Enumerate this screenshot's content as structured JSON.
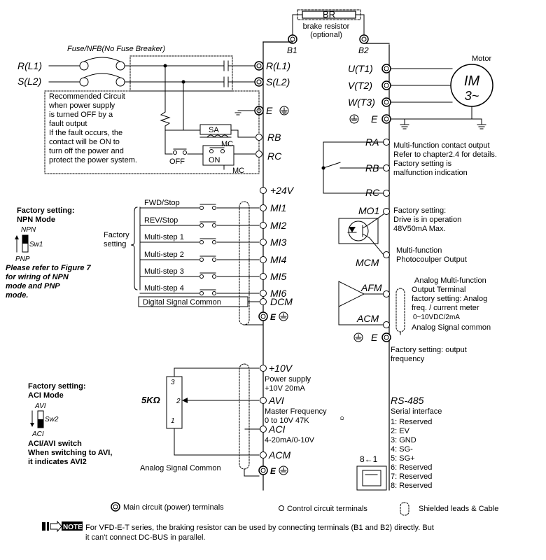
{
  "brake": {
    "br": "BR",
    "label1": "brake resistor",
    "label2": "(optional)",
    "b1": "B1",
    "b2": "B2"
  },
  "power_input": {
    "fuse": "Fuse/NFB(No Fuse Breaker)",
    "r_in": "R(L1)",
    "s_in": "S(L2)",
    "r_term": "R(L1)",
    "s_term": "S(L2)",
    "e_term": "E",
    "rb": "RB",
    "rc": "RC"
  },
  "recommended_circuit": {
    "lines": [
      "Recommended Circuit",
      " when power supply",
      "is turned OFF by a",
      "fault output",
      "If the fault occurs, the",
      "contact will be ON to",
      "turn off the power and",
      "protect the power system."
    ],
    "sa": "SA",
    "mc1": "MC",
    "mc2": "MC",
    "on": "ON",
    "off": "OFF"
  },
  "motor": {
    "label": "Motor",
    "im": "IM",
    "phase": "3~",
    "u": "U(T1)",
    "v": "V(T2)",
    "w": "W(T3)",
    "e": "E"
  },
  "relay": {
    "ra": "RA",
    "rb": "RB",
    "rc": "RC",
    "desc": [
      "Multi-function contact output",
      "Refer to chapter2.4 for details.",
      "Factory setting is",
      "malfunction indication"
    ]
  },
  "digital": {
    "p24": "+24V",
    "factory_setting_label": "Factory",
    "factory_setting_label2": "setting",
    "inputs": [
      {
        "switch": "FWD/Stop",
        "term": "MI1"
      },
      {
        "switch": "REV/Stop",
        "term": "MI2"
      },
      {
        "switch": "Multi-step 1",
        "term": "MI3"
      },
      {
        "switch": "Multi-step 2",
        "term": "MI4"
      },
      {
        "switch": "Multi-step 3",
        "term": "MI5"
      },
      {
        "switch": "Multi-step 4",
        "term": "MI6"
      }
    ],
    "common": "Digital Signal Common",
    "dcm": "DCM",
    "e": "E"
  },
  "npn_note": {
    "title1": "Factory setting:",
    "title2": "NPN Mode",
    "npn": "NPN",
    "sw": "Sw1",
    "pnp": "PNP",
    "ref": [
      "Please refer to Figure 7",
      "for wiring of NPN",
      "mode and PNP",
      "mode."
    ]
  },
  "photocoupler": {
    "mo1": "MO1",
    "mcm": "MCM",
    "desc1": [
      "Factory setting:",
      "Drive is in operation",
      "48V50mA Max."
    ],
    "desc2": [
      "Multi-function",
      "Photocoulper Output"
    ]
  },
  "analog_out": {
    "afm": "AFM",
    "acm": "ACM",
    "e": "E",
    "desc": [
      "Analog Multi-function",
      "Output Terminal",
      "factory setting: Analog",
      "freq. / current meter",
      "0~10VDC/2mA"
    ],
    "common": "Analog Signal common",
    "factory": [
      "Factory setting: output",
      "frequency"
    ]
  },
  "analog_in": {
    "p10": "+10V",
    "p10_desc": [
      "Power supply",
      "+10V 20mA"
    ],
    "avi": "AVI",
    "avi_desc": [
      "Master Frequency",
      "0 to 10V 47K"
    ],
    "ohm_small": "Ω",
    "aci": "ACI",
    "aci_desc": "4-20mA/0-10V",
    "acm": "ACM",
    "e": "E",
    "pot": "5KΩ",
    "pins": [
      "3",
      "2",
      "1"
    ],
    "common": "Analog Signal Common"
  },
  "aci_note": {
    "title1": "Factory setting:",
    "title2": "ACI Mode",
    "avi": "AVI",
    "sw": "Sw2",
    "aci": "ACI",
    "switch1": "ACI/AVI switch",
    "switch2": "When switching to AVI,",
    "switch3": "it indicates AVI2"
  },
  "rs485": {
    "title": "RS-485",
    "sub": "Serial interface",
    "pins": [
      "1: Reserved",
      "2: EV",
      "3: GND",
      "4: SG-",
      "5: SG+",
      "6: Reserved",
      "7: Reserved",
      "8: Reserved"
    ],
    "arrow": "8←1"
  },
  "legend": {
    "main": "Main circuit (power) terminals",
    "control": "Control circuit terminals",
    "shield": "Shielded leads & Cable"
  },
  "note": {
    "badge": "NOTE",
    "line1": "For VFD-E-T series, the braking resistor can be used by connecting terminals (B1 and B2) directly. But",
    "line2": "it can't connect DC-BUS in parallel."
  }
}
